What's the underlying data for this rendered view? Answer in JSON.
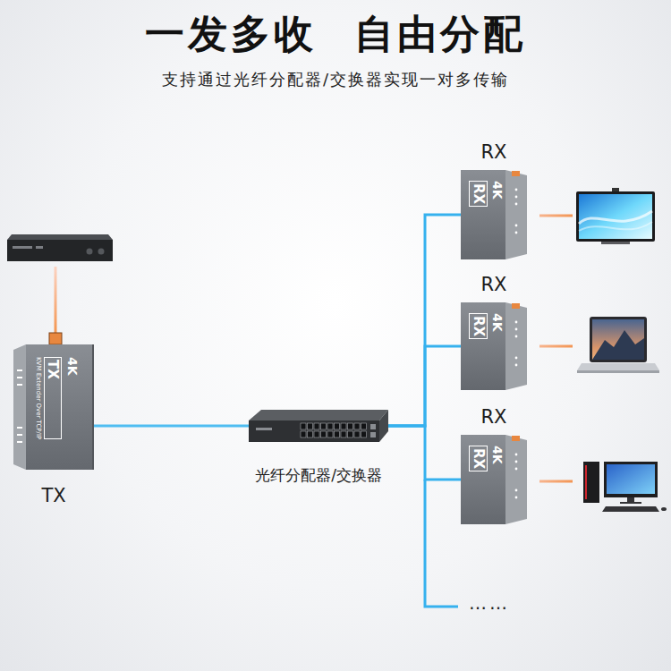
{
  "diagram": {
    "title": "一发多收 自由分配",
    "nodes": [
      {
        "text": [
          "TX",
          "4K",
          "TX",
          "KVM Extender Over TCP/IP"
        ]
      },
      {
        "text": [
          "光纤分配器/交换器"
        ]
      },
      {
        "text": [
          "RX",
          "4K",
          "RX"
        ]
      },
      {
        "text": [
          "RX",
          "4K",
          "RX"
        ]
      },
      {
        "text": [
          "RX",
          "4K",
          "RX"
        ]
      }
    ],
    "edges": [
      {
        "from": 0,
        "to": 1,
        "arrow": "none"
      },
      {
        "from": 1,
        "to": 2,
        "arrow": "none"
      },
      {
        "from": 1,
        "to": 3,
        "arrow": "none"
      },
      {
        "from": 1,
        "to": 4,
        "arrow": "none"
      }
    ],
    "labels": [
      "支持通过光纤分配器/交换器实现一对多传输",
      "……"
    ]
  }
}
